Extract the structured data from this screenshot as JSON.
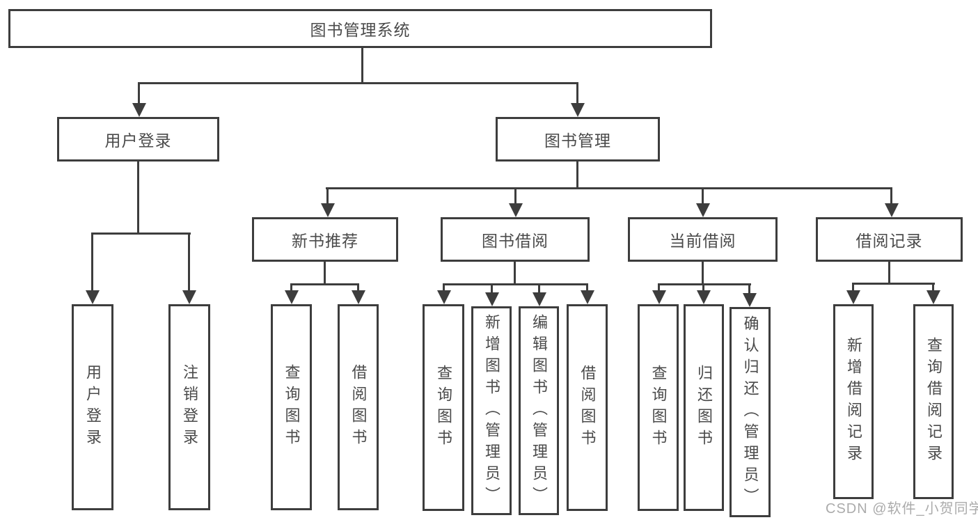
{
  "diagram": {
    "root": {
      "label": "图书管理系统"
    },
    "level2": {
      "user_login": {
        "label": "用户登录"
      },
      "book_mgmt": {
        "label": "图书管理"
      }
    },
    "level3": {
      "new_books": {
        "label": "新书推荐"
      },
      "book_borrow": {
        "label": "图书借阅"
      },
      "current_borrow": {
        "label": "当前借阅"
      },
      "borrow_records": {
        "label": "借阅记录"
      }
    },
    "leaves": {
      "user_login": [
        "用户登录",
        "注销登录"
      ],
      "new_books": [
        "查询图书",
        "借阅图书"
      ],
      "book_borrow": [
        "查询图书",
        "新增图书（管理员）",
        "编辑图书（管理员）",
        "借阅图书"
      ],
      "current_borrow": [
        "查询图书",
        "归还图书",
        "确认归还（管理员）"
      ],
      "borrow_records": [
        "新增借阅记录",
        "查询借阅记录"
      ]
    }
  },
  "watermark": "CSDN @软件_小贺同学",
  "colors": {
    "line": "#3d3d3d",
    "text": "#4a4a4a",
    "watermark": "#ababab",
    "background": "#ffffff"
  }
}
